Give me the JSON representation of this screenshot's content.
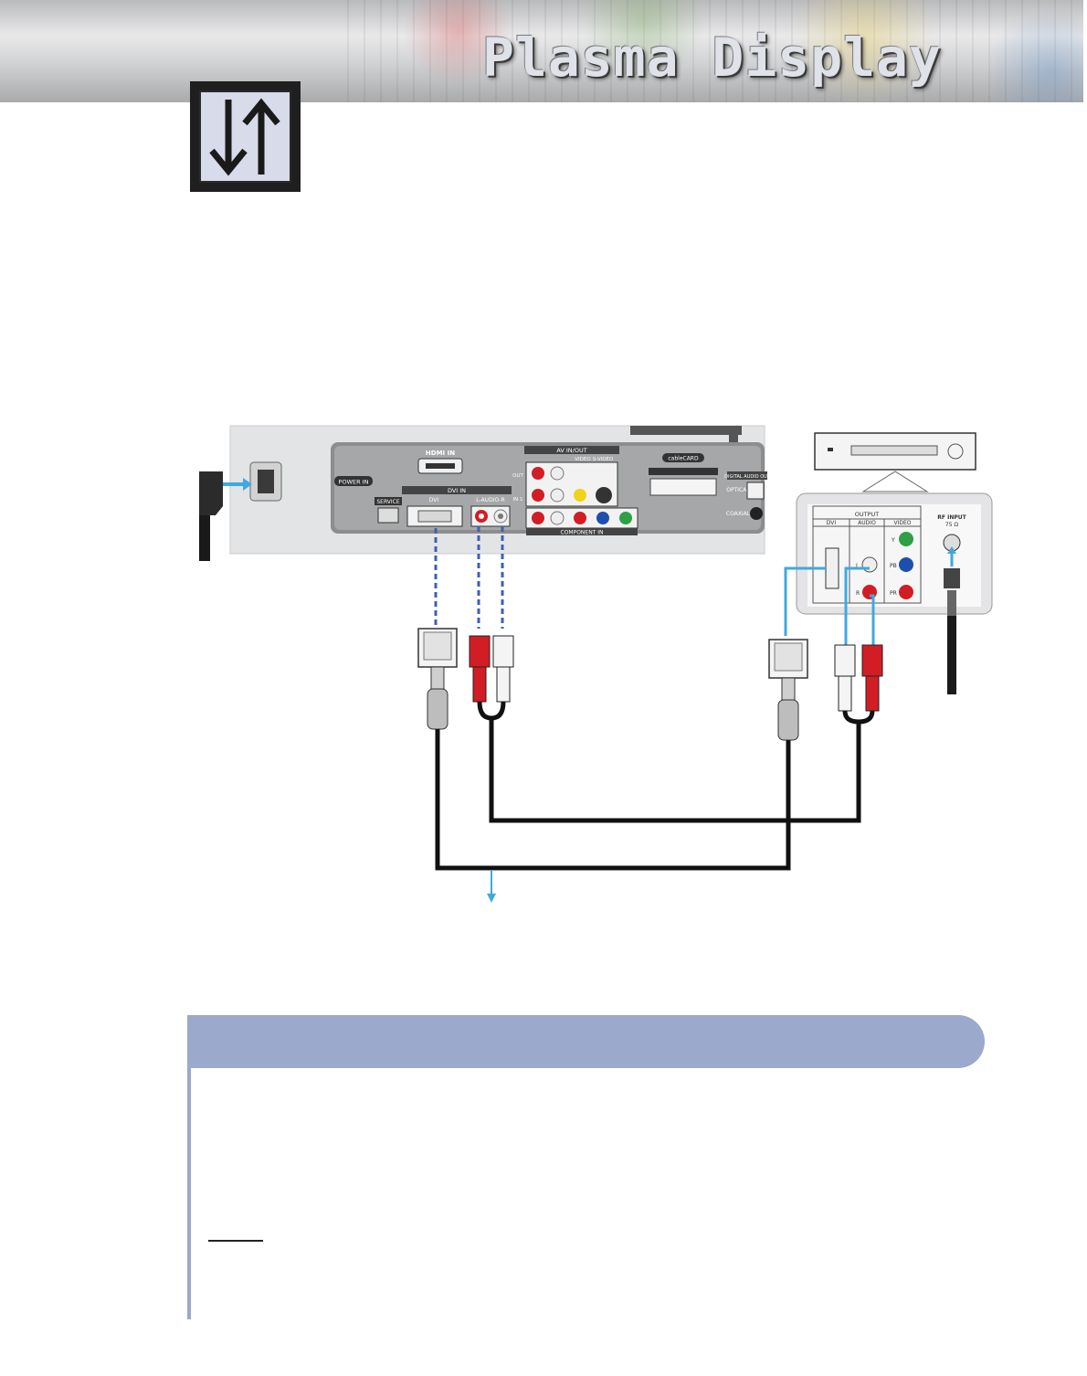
{
  "header": {
    "title": "Plasma Display"
  },
  "tv_panel": {
    "power_in": "POWER IN",
    "hdmi_in": "HDMI IN",
    "dvi_in": "DVI IN",
    "dvi": "DVI",
    "audio": "L-AUDIO-R",
    "service": "SERVICE",
    "av_in_out": "AV IN/OUT",
    "video": "VIDEO",
    "s_video": "S-VIDEO",
    "out": "OUT",
    "in1": "IN 1",
    "component_in": "COMPONENT IN",
    "cablecard": "cableCARD",
    "digital_audio_out": "DIGITAL AUDIO OUT",
    "optical": "OPTICAL",
    "coaxial": "COAXIAL"
  },
  "device_panel": {
    "output": "OUTPUT",
    "dvi": "DVI",
    "audio": "AUDIO",
    "video": "VIDEO",
    "y": "Y",
    "pb": "PB",
    "pr": "PR",
    "l": "L",
    "r": "R",
    "rf_input": "RF INPUT",
    "rf_ohm": "75 Ω"
  },
  "colors": {
    "note_band": "#9aa9cc",
    "cable_highlight": "#3fa9e0",
    "dashed_link": "#3f5fb0",
    "rca_red": "#d21d24",
    "rca_white": "#f4f4f4"
  }
}
